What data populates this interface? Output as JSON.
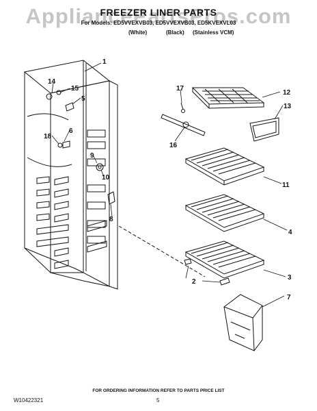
{
  "watermark": "AppliancePartsPros.com",
  "header": {
    "title": "FREEZER LINER PARTS",
    "models": "For Models: ED5VVEXVB03, ED5VVEXVB03, ED5KVEXVL03",
    "variants": [
      "(White)",
      "(Black)",
      "(Stainless VCM)"
    ]
  },
  "callouts": [
    "1",
    "2",
    "3",
    "4",
    "5",
    "6",
    "7",
    "8",
    "9",
    "10",
    "11",
    "12",
    "13",
    "14",
    "15",
    "16",
    "17",
    "18"
  ],
  "footer": {
    "note": "FOR ORDERING INFORMATION REFER TO PARTS PRICE LIST",
    "doc_number": "W10422321",
    "page_number": "5"
  }
}
